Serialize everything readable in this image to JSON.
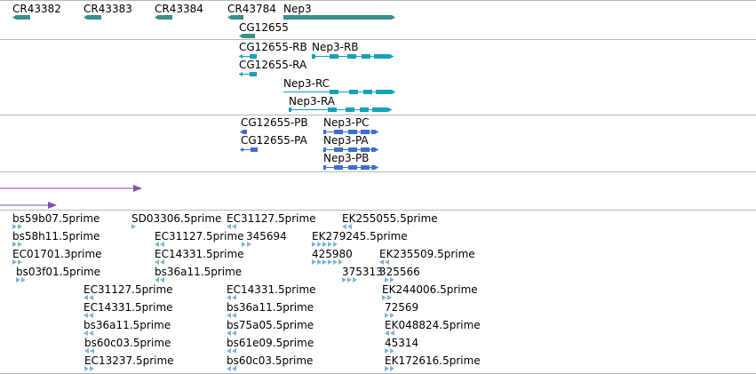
{
  "colors": {
    "gene": "#3a8f8f",
    "transcript_a": "#16a1b8",
    "transcript_b": "#3d6fd3",
    "contig": "#7a50a8",
    "est": "#7fb3d6",
    "separator": "#b8b8b8"
  },
  "genes": [
    "CR43382",
    "CR43383",
    "CR43384",
    "CR43784",
    "Nep3",
    "CG12655"
  ],
  "transcripts_a": [
    "CG12655-RB",
    "Nep3-RB",
    "CG12655-RA",
    "Nep3-RC",
    "Nep3-RA"
  ],
  "transcripts_b": [
    "CG12655-PB",
    "Nep3-PC",
    "CG12655-PA",
    "Nep3-PA",
    "Nep3-PB"
  ],
  "ests": [
    "bs59b07.5prime",
    "SD03306.5prime",
    "EC31127.5prime",
    "EK255055.5prime",
    "bs58h11.5prime",
    "EC31127.5prime",
    "345694",
    "EK279245.5prime",
    "EC01701.3prime",
    "EC14331.5prime",
    "425980",
    "EK235509.5prime",
    "bs03f01.5prime",
    "bs36a11.5prime",
    "375313",
    "325566",
    "EC31127.5prime",
    "EC14331.5prime",
    "EK244006.5prime",
    "EC14331.5prime",
    "bs36a11.5prime",
    "72569",
    "bs36a11.5prime",
    "bs75a05.5prime",
    "EK048824.5prime",
    "bs60c03.5prime",
    "bs61e09.5prime",
    "45314",
    "EC13237.5prime",
    "bs60c03.5prime",
    "EK172616.5prime"
  ]
}
